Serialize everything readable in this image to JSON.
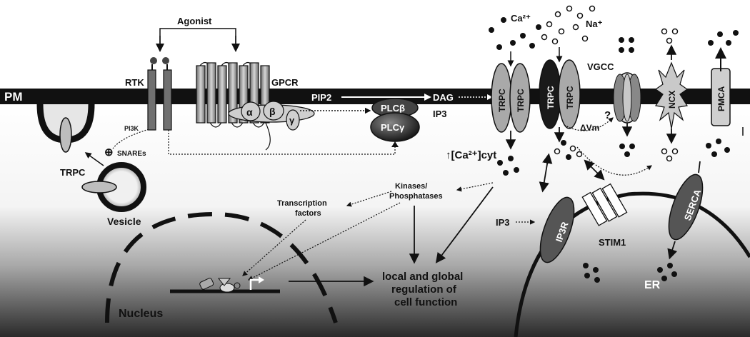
{
  "labels": {
    "pm": "PM",
    "agonist": "Agonist",
    "rtk": "RTK",
    "gpcr": "GPCR",
    "pi3k": "PI3K",
    "alpha": "α",
    "beta": "β",
    "gamma": "γ",
    "pip2": "PIP2",
    "dag": "DAG",
    "ip3_top": "IP3",
    "plcb": "PLCβ",
    "plcg": "PLCγ",
    "snares": "SNAREs",
    "oplus": "⊕",
    "trpc_vesicle": "TRPC",
    "vesicle": "Vesicle",
    "ca_ion": "Ca²⁺",
    "na_ion": "Na⁺",
    "trpc": "TRPC",
    "vgcc": "VGCC",
    "ncx": "NCX",
    "pmca": "PMCA",
    "dvm": "ΔVm",
    "question": "?",
    "ca_cyt": "↑[Ca²⁺]cyt",
    "kinases": "Kinases/",
    "phosphatases": "Phosphatases",
    "transcription": "Transcription",
    "factors": "factors",
    "ip3_er": "IP3",
    "ip3r": "IP3R",
    "stim1": "STIM1",
    "serca": "SERCA",
    "regulation_1": "local and global",
    "regulation_2": "regulation of",
    "regulation_3": "cell function",
    "er": "ER",
    "nucleus": "Nucleus"
  },
  "colors": {
    "membrane": "#111111",
    "channel_grey": "#a9a9a9",
    "channel_dark": "#1a1a1a",
    "background_bottom": "#2a2a2a"
  }
}
